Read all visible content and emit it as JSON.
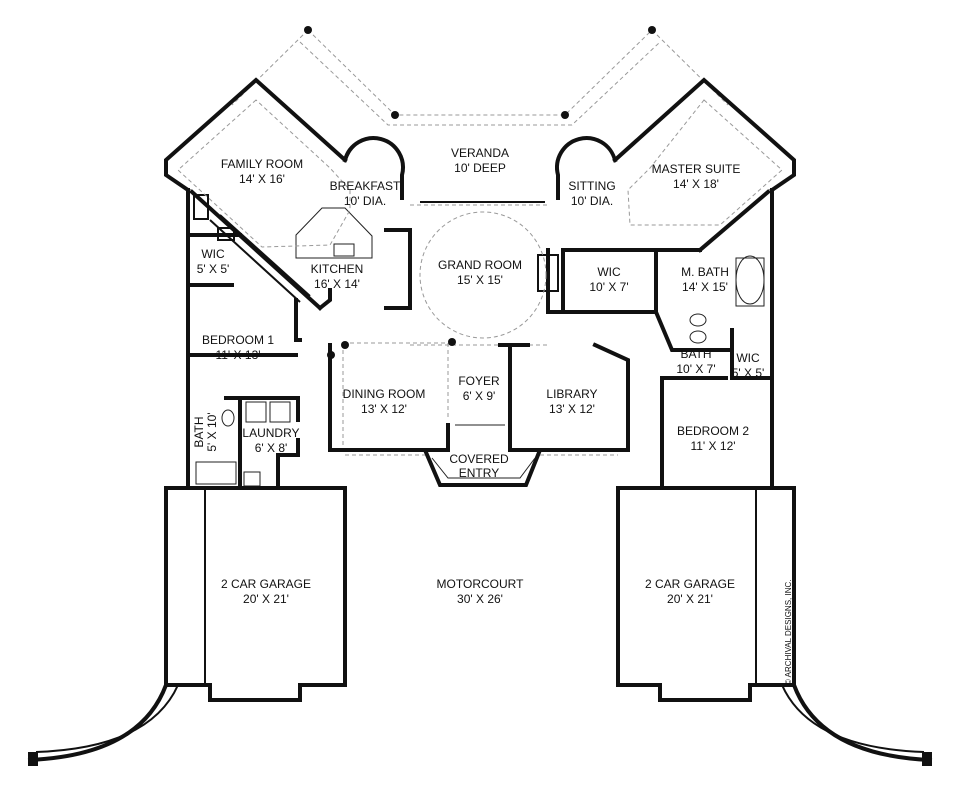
{
  "rooms": {
    "veranda": {
      "name": "VERANDA",
      "size": "10' DEEP"
    },
    "family_room": {
      "name": "FAMILY ROOM",
      "size": "14' X 16'"
    },
    "breakfast": {
      "name": "BREAKFAST",
      "size": "10' DIA."
    },
    "sitting": {
      "name": "SITTING",
      "size": "10' DIA."
    },
    "master_suite": {
      "name": "MASTER SUITE",
      "size": "14' X 18'"
    },
    "wic_left": {
      "name": "WIC",
      "size": "5' X 5'"
    },
    "kitchen": {
      "name": "KITCHEN",
      "size": "16' X 14'"
    },
    "grand_room": {
      "name": "GRAND ROOM",
      "size": "15' X 15'"
    },
    "wic_master": {
      "name": "WIC",
      "size": "10' X 7'"
    },
    "master_bath": {
      "name": "M. BATH",
      "size": "14' X 15'"
    },
    "bedroom1": {
      "name": "BEDROOM 1",
      "size": "11' X 13'"
    },
    "bath2": {
      "name": "BATH",
      "size": "10' X 7'"
    },
    "wic_right": {
      "name": "WIC",
      "size": "5' X 5'"
    },
    "dining_room": {
      "name": "DINING ROOM",
      "size": "13' X 12'"
    },
    "foyer": {
      "name": "FOYER",
      "size": "6' X 9'"
    },
    "library": {
      "name": "LIBRARY",
      "size": "13' X 12'"
    },
    "bath1": {
      "name": "BATH",
      "size": "5' X 10'"
    },
    "laundry": {
      "name": "LAUNDRY",
      "size": "6' X 8'"
    },
    "bedroom2": {
      "name": "BEDROOM 2",
      "size": "11' X 12'"
    },
    "covered_entry": {
      "name": "COVERED",
      "size": "ENTRY"
    },
    "garage_left": {
      "name": "2 CAR GARAGE",
      "size": "20' X 21'"
    },
    "motorcourt": {
      "name": "MOTORCOURT",
      "size": "30' X 26'"
    },
    "garage_right": {
      "name": "2 CAR GARAGE",
      "size": "20' X 21'"
    }
  },
  "credit": "© ARCHIVAL DESIGNS, INC."
}
